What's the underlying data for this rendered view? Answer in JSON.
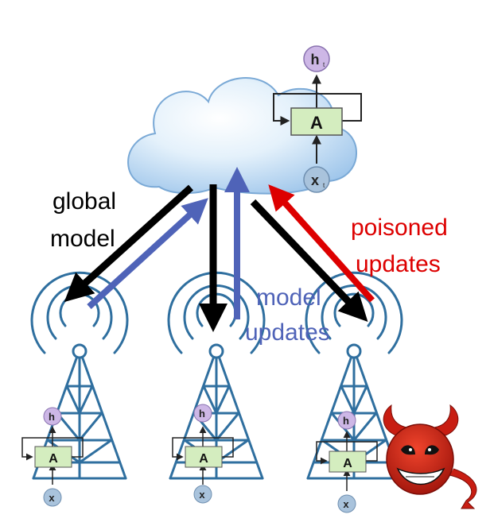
{
  "labels": {
    "global_model_line1": "global",
    "global_model_line2": "model",
    "model_updates_line1": "model",
    "model_updates_line2": "updates",
    "poisoned_line1": "poisoned",
    "poisoned_line2": "updates"
  },
  "rnn_cell": {
    "output": "h",
    "block": "A",
    "input": "x",
    "index": "t"
  },
  "colors": {
    "global_arrow": "#000000",
    "update_arrow": "#4f63b8",
    "poison_arrow": "#dd0000",
    "tower": "#2f6f9f",
    "cell_fill": "#d4edbf",
    "node_fill": "#cdb7e6",
    "devil": "#c81d12"
  }
}
